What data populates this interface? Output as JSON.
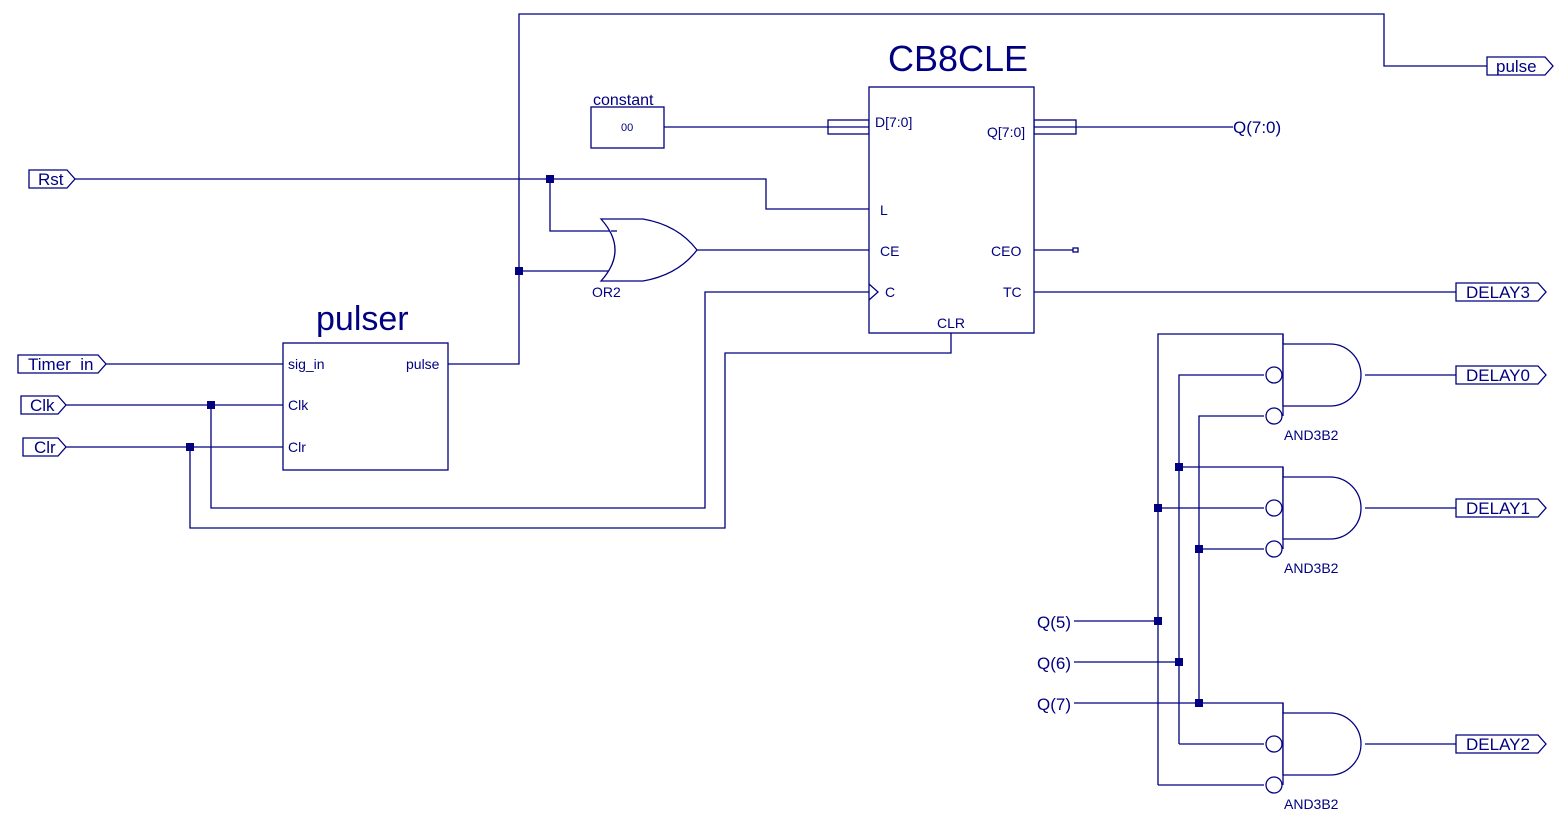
{
  "diagram": {
    "type": "schematic",
    "wire_color": "#000080",
    "background": "#ffffff"
  },
  "input_ports": {
    "rst": "Rst",
    "timer_in": "Timer_in",
    "clk": "Clk",
    "clr": "Clr"
  },
  "output_ports": {
    "pulse": "pulse",
    "delay3": "DELAY3",
    "delay0": "DELAY0",
    "delay1": "DELAY1",
    "delay2": "DELAY2"
  },
  "pulser": {
    "title": "pulser",
    "pins": {
      "sig_in": "sig_in",
      "clk": "Clk",
      "clr": "Clr",
      "pulse": "pulse"
    }
  },
  "counter": {
    "title": "CB8CLE",
    "pins": {
      "d": "D[7:0]",
      "l": "L",
      "ce": "CE",
      "c": "C",
      "clr": "CLR",
      "q": "Q[7:0]",
      "ceo": "CEO",
      "tc": "TC"
    }
  },
  "constant": {
    "title": "constant",
    "value": "00"
  },
  "or_gate": {
    "label": "OR2"
  },
  "and_gates": [
    {
      "label": "AND3B2"
    },
    {
      "label": "AND3B2"
    },
    {
      "label": "AND3B2"
    }
  ],
  "net_labels": {
    "q_bus": "Q(7:0)",
    "q5": "Q(5)",
    "q6": "Q(6)",
    "q7": "Q(7)"
  }
}
